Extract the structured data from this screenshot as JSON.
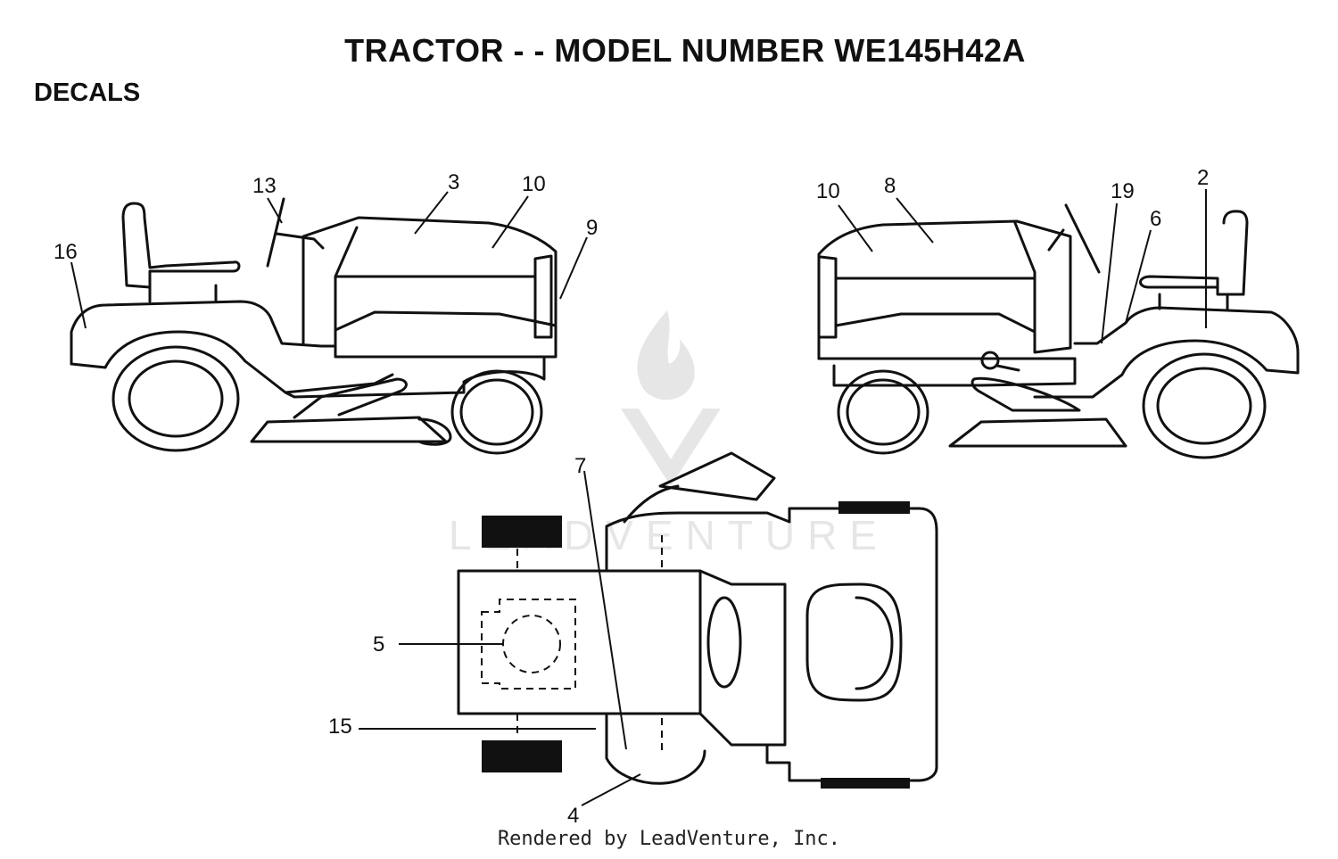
{
  "header": {
    "title": "TRACTOR - - MODEL NUMBER WE145H42A",
    "section": "DECALS"
  },
  "watermark": {
    "text": "LEADVENTURE"
  },
  "footer": {
    "text": "Rendered by LeadVenture, Inc."
  },
  "callouts": {
    "left_view": [
      "16",
      "13",
      "3",
      "10",
      "9"
    ],
    "right_view": [
      "10",
      "8",
      "19",
      "2",
      "6"
    ],
    "top_view": [
      "7",
      "5",
      "15",
      "4"
    ]
  }
}
